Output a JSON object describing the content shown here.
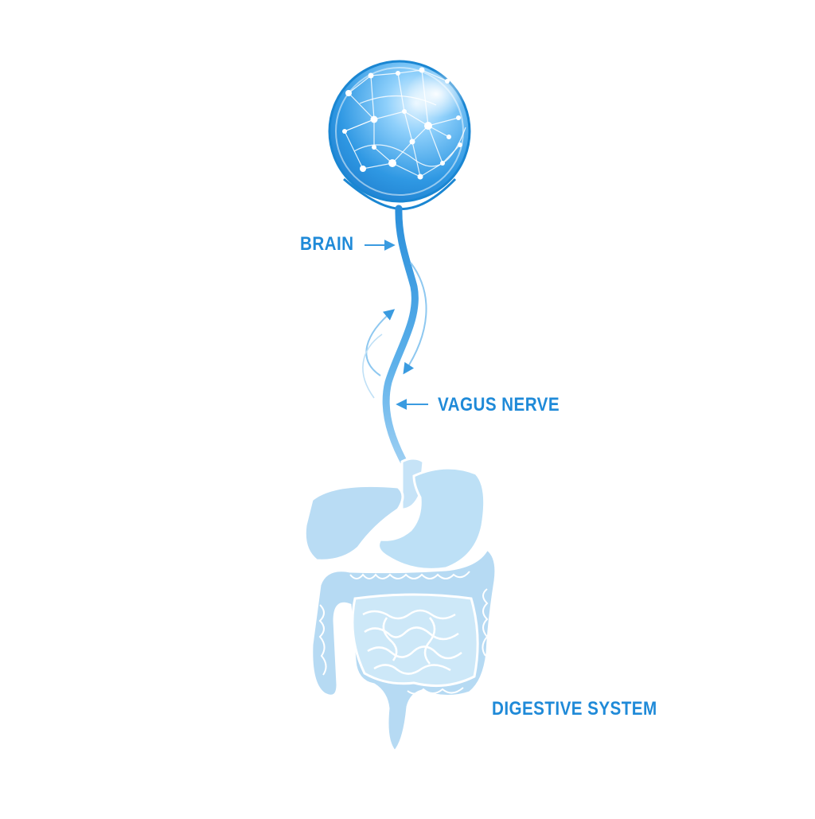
{
  "labels": {
    "brain": "BRAIN",
    "vagus_nerve": "VAGUS NERVE",
    "digestive_system": "DIGESTIVE SYSTEM"
  },
  "colors": {
    "label_text": "#1f8ad8",
    "outline": "#1a8fd6",
    "nerve": "#3b9fe0",
    "organ_fill": "#b8dcf4",
    "organ_fill_light": "#cfe8f8",
    "organ_stroke": "#ffffff",
    "brain_light": "#dff1ff",
    "brain_dark": "#1f86d4"
  },
  "icons": {
    "brain": "neural-network-sphere",
    "digestive": "gastrointestinal-tract"
  }
}
